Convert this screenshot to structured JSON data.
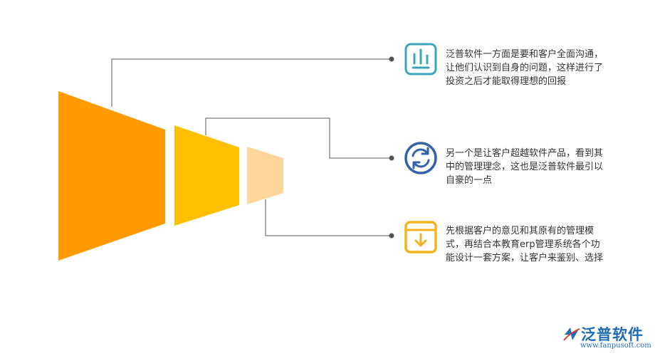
{
  "items": [
    {
      "icon": "chart-bars-icon",
      "color": "#3aa6b8",
      "text": "泛普软件一方面是要和客户全面沟通，让他们认识到自身的问题，这样进行了投资之后才能取得理想的回报"
    },
    {
      "icon": "refresh-icon",
      "color": "#3464a8",
      "text": "另一个是让客户超越软件产品，看到其中的管理理念，这也是泛普软件最引以自豪的一点"
    },
    {
      "icon": "download-box-icon",
      "color": "#f2b31e",
      "text": "先根据客户的意见和其原有的管理模式，再结合本教育erp管理系统各个功能设计一套方案，让客户来鉴别、选择"
    }
  ],
  "funnel_colors": [
    "#ff9a00",
    "#ffc000",
    "#ffd699"
  ],
  "connector_color": "#555555",
  "logo": {
    "name": "泛普软件",
    "url": "www.fanpusoft.com",
    "color": "#1f6db5"
  }
}
